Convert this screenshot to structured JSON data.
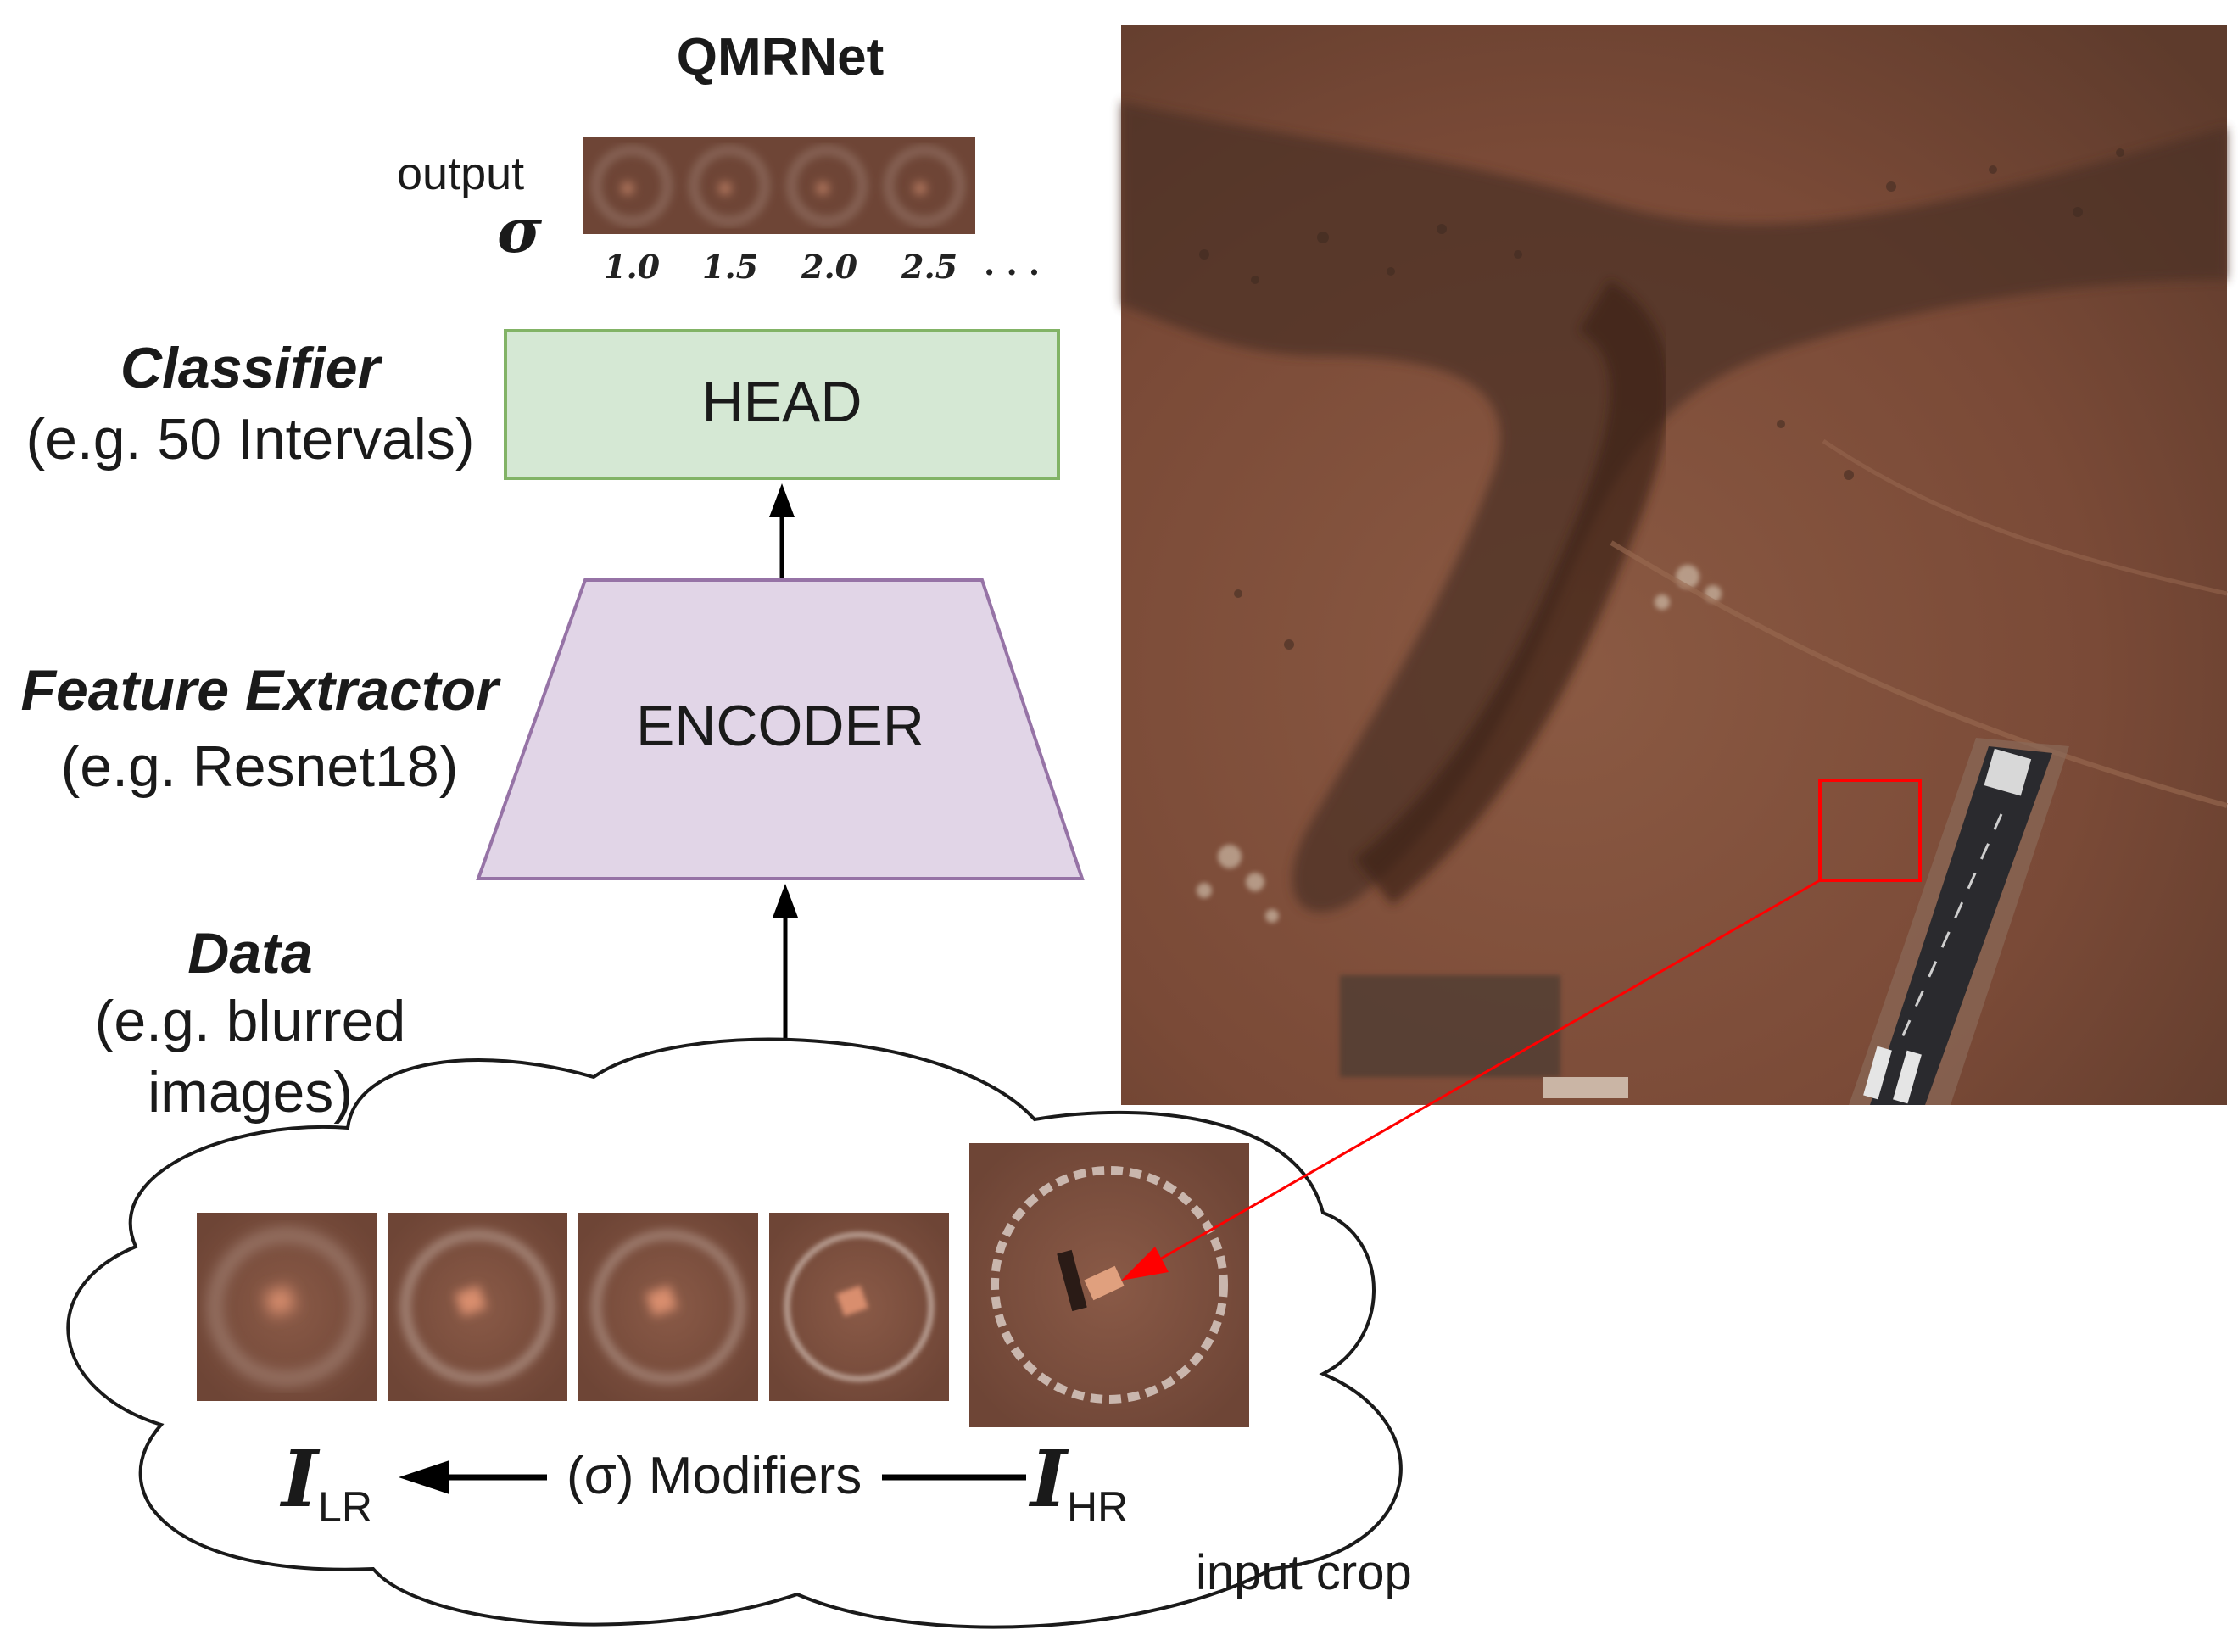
{
  "title": "QMRNet",
  "output": {
    "label": "output",
    "symbol": "σ",
    "sigma_values": [
      "1.0",
      "1.5",
      "2.0",
      "2.5"
    ],
    "ellipsis": ". . ."
  },
  "head": {
    "heading": "Classifier",
    "note": "(e.g. 50 Intervals)",
    "box_label": "HEAD",
    "fill": "#d5e8d4",
    "stroke": "#82b366"
  },
  "encoder": {
    "heading": "Feature Extractor",
    "note": "(e.g. Resnet18)",
    "box_label": "ENCODER",
    "fill": "#e1d5e7",
    "stroke": "#9673a6"
  },
  "data": {
    "heading": "Data",
    "note_line1": "(e.g. blurred",
    "note_line2": "images)"
  },
  "cloud": {
    "lr_symbol": "I",
    "lr_sub": "LR",
    "hr_symbol": "I",
    "hr_sub": "HR",
    "modifiers": "(σ) Modifiers",
    "input_crop": "input crop"
  },
  "colors": {
    "highlight": "#ff0000",
    "terrain": "#7a4a37"
  }
}
